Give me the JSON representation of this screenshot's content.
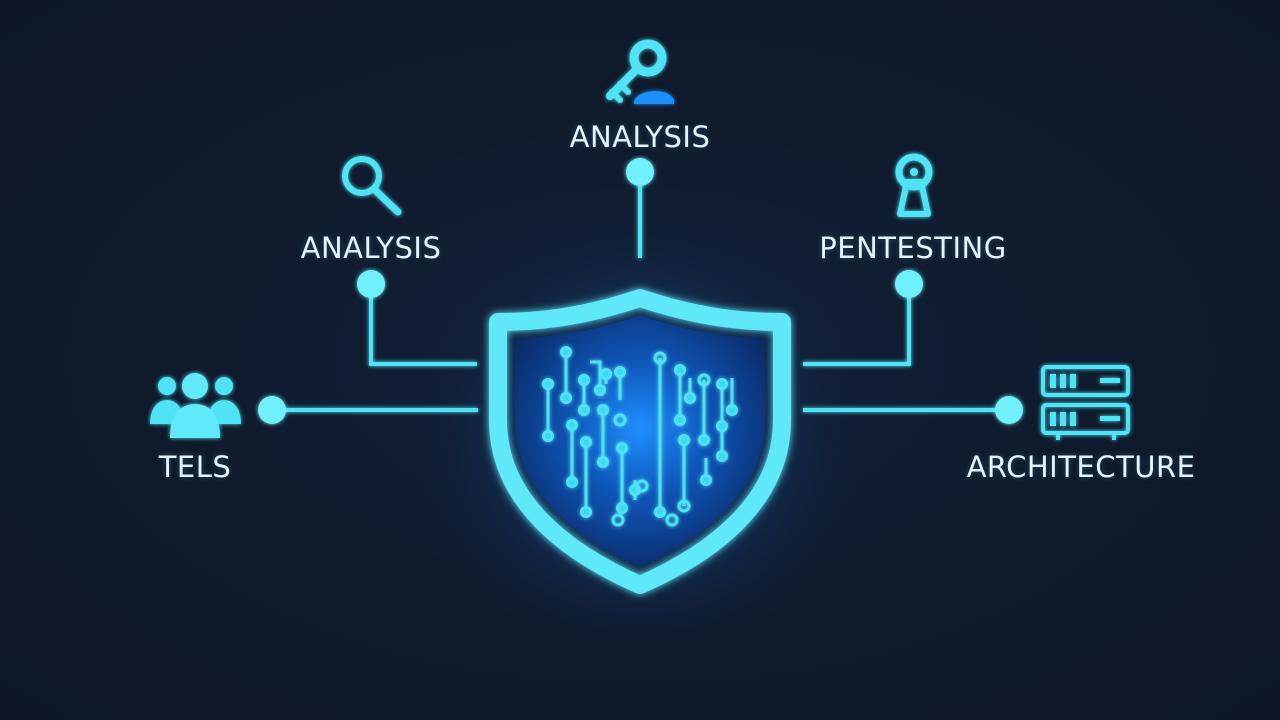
{
  "nodes": {
    "top": {
      "label": "ANALYSIS",
      "icon": "key-icon"
    },
    "upper_left": {
      "label": "ANALYSIS",
      "icon": "magnifier-icon"
    },
    "upper_right": {
      "label": "PENTESTING",
      "icon": "keyhole-icon"
    },
    "left": {
      "label": "TELS",
      "icon": "people-group-icon"
    },
    "right": {
      "label": "ARCHITECTURE",
      "icon": "server-icon"
    }
  },
  "center": {
    "icon": "shield-circuit-icon"
  },
  "colors": {
    "background": "#0f1a2c",
    "accent": "#4fe3f5",
    "accent_blue": "#1e8fff",
    "label": "#e6f4fb"
  }
}
